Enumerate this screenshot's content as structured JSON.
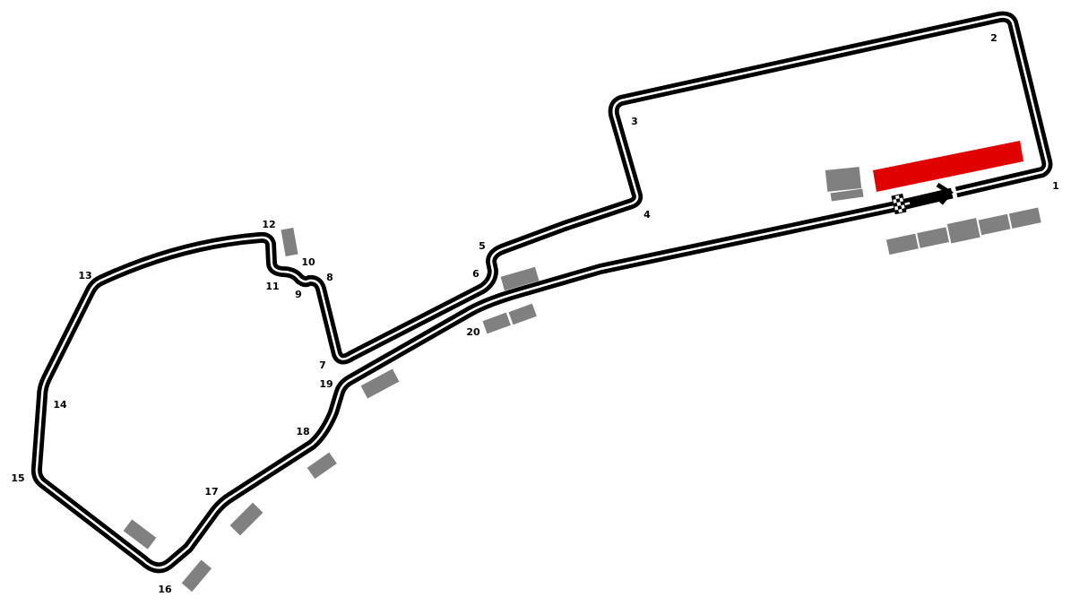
{
  "colors": {
    "track": "#000000",
    "track_center": "#ffffff",
    "pit_building": "#e00000",
    "grandstand": "#808080"
  },
  "turns": [
    "1",
    "2",
    "3",
    "4",
    "5",
    "6",
    "7",
    "8",
    "9",
    "10",
    "11",
    "12",
    "13",
    "14",
    "15",
    "16",
    "17",
    "18",
    "19",
    "20"
  ],
  "icons": {
    "start_finish": "checkered-flag-icon",
    "direction": "direction-arrow-icon"
  }
}
